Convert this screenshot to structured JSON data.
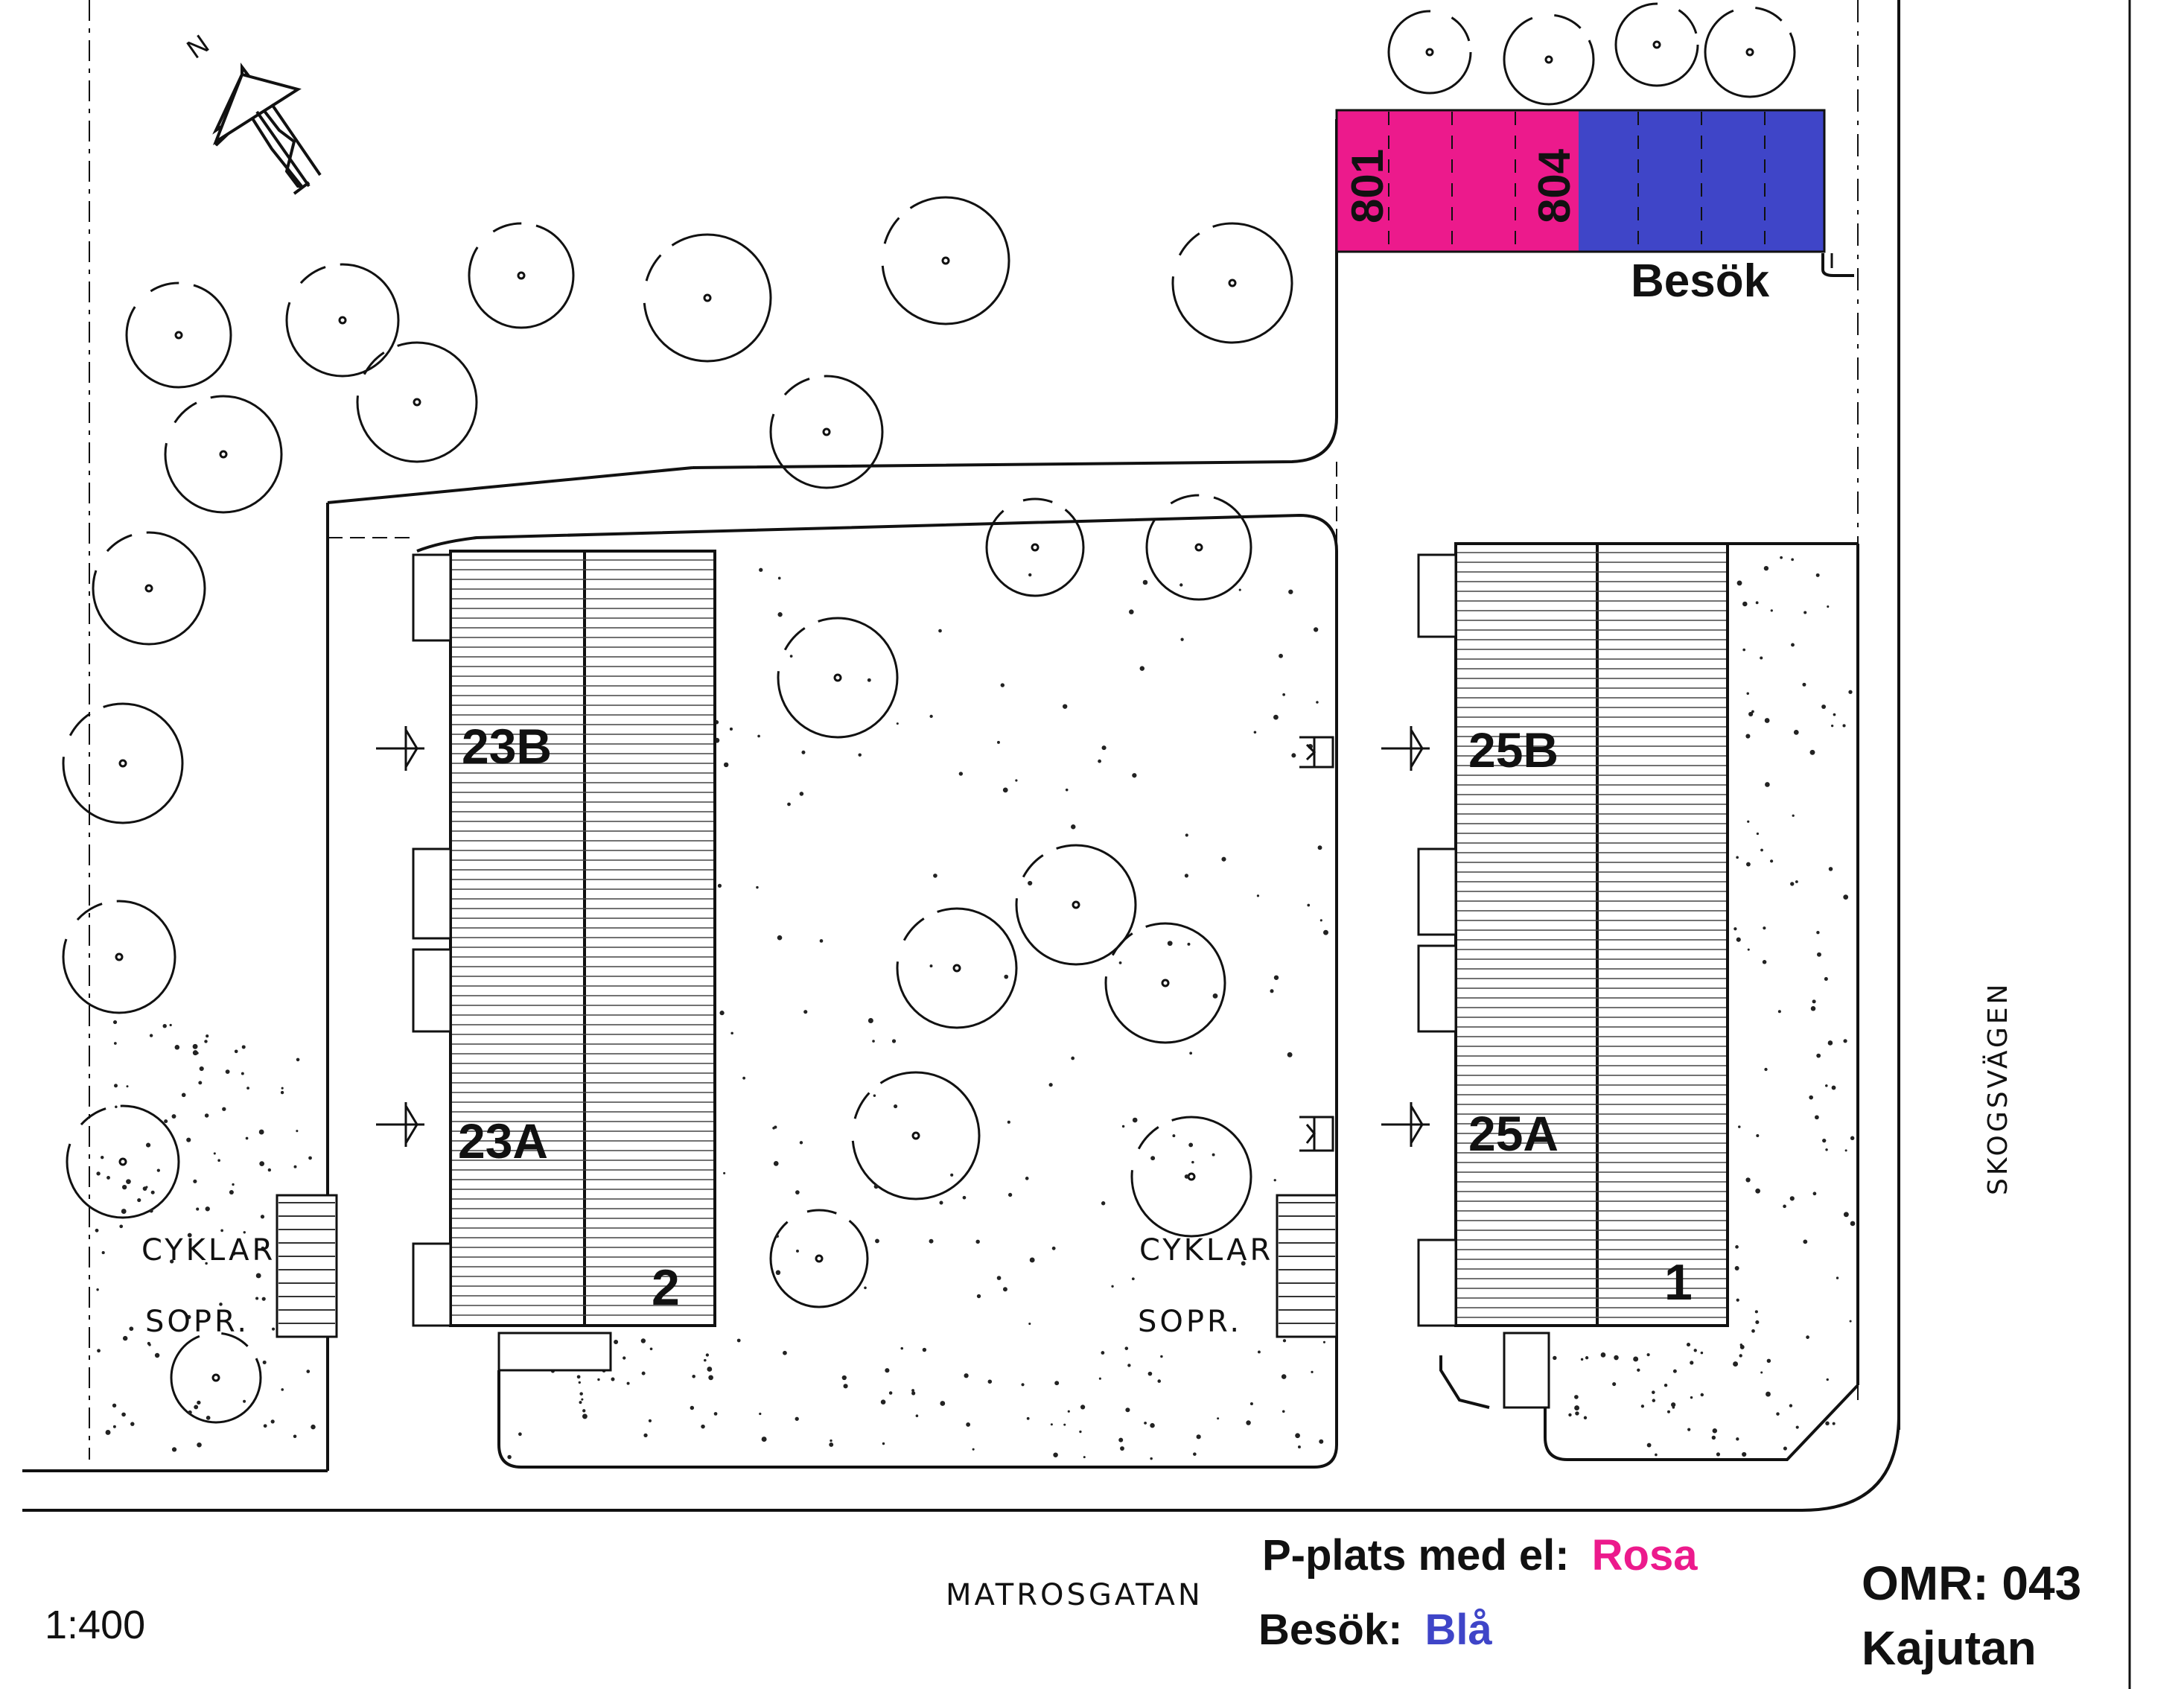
{
  "north": "N",
  "buildings": {
    "b23": {
      "entrance_b": "23B",
      "entrance_a": "23A",
      "number": "2"
    },
    "b25": {
      "entrance_b": "25B",
      "entrance_a": "25A",
      "number": "1"
    }
  },
  "facilities": {
    "bikes": "CYKLAR",
    "waste": "SOPR."
  },
  "parking": {
    "first_space": "801",
    "last_space": "804",
    "visitor_label": "Besök",
    "ev_color": "#ec1a8c",
    "visitor_color": "#3f45c8"
  },
  "streets": {
    "south": "MATROSGATAN",
    "east": "SKOGSVÄGEN"
  },
  "legend": {
    "ev_prefix": "P-plats med el:",
    "ev_word": "Rosa",
    "visitor_prefix": "Besök:",
    "visitor_word": "Blå",
    "ev_word_color": "#ec1a8c",
    "visitor_word_color": "#3f45c8"
  },
  "scale": "1:400",
  "area": {
    "code": "OMR: 043",
    "name": "Kajutan"
  }
}
